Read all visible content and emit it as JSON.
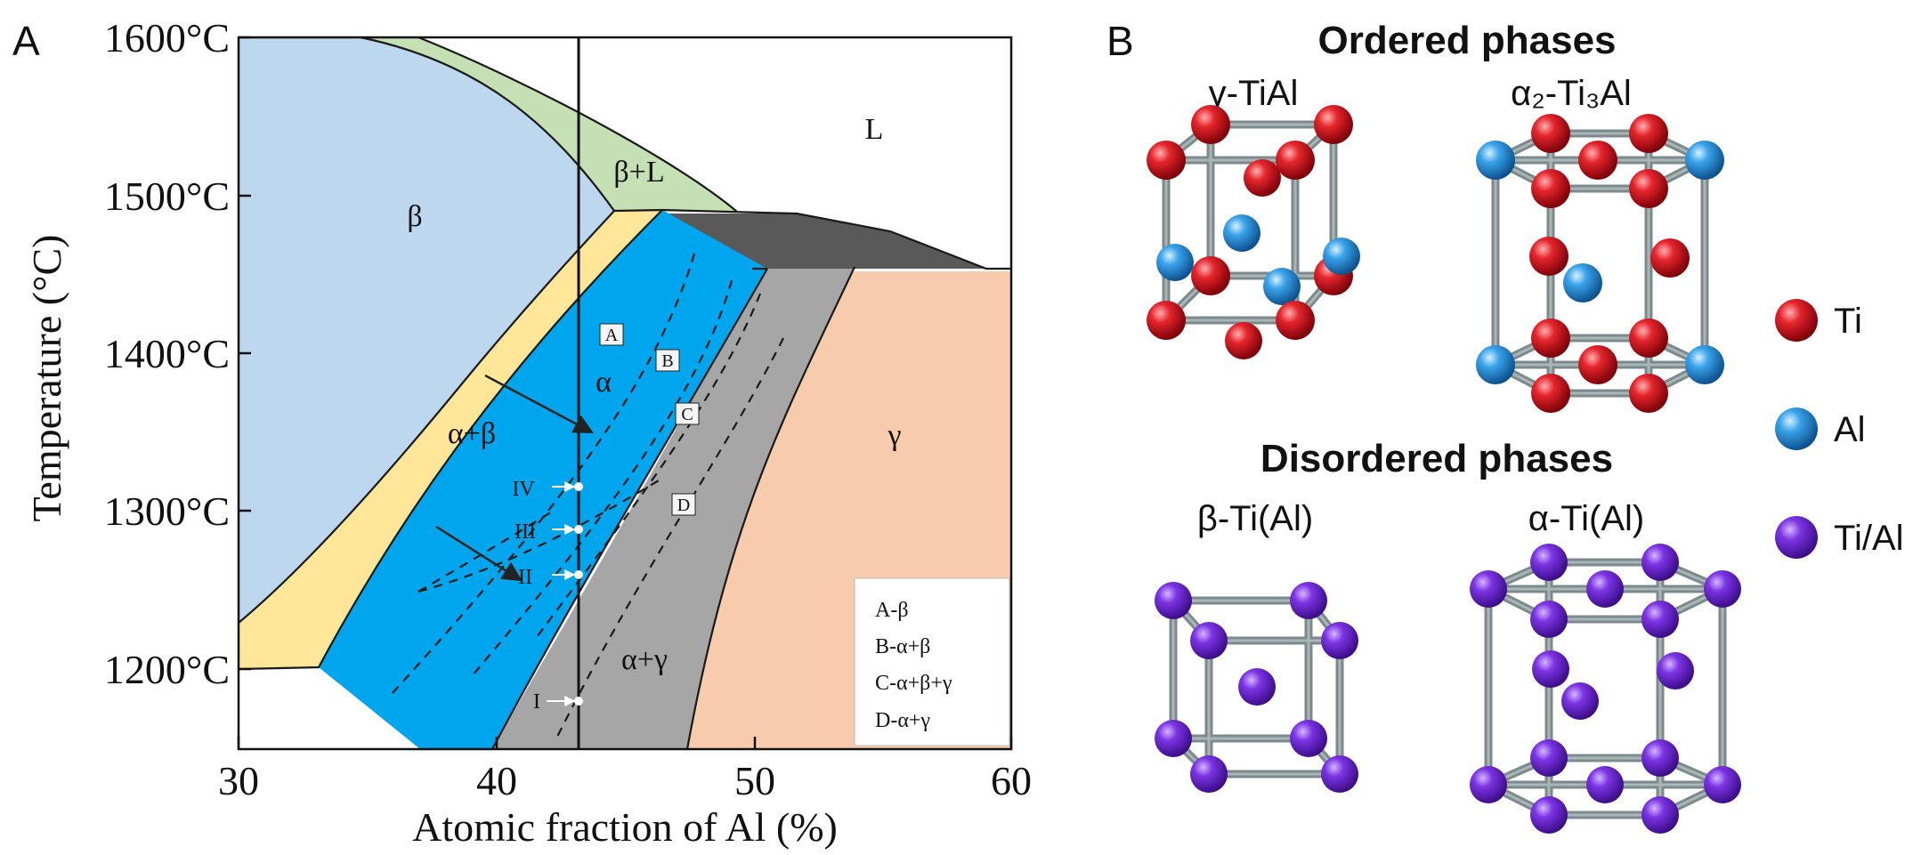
{
  "panels": {
    "a_label": "A",
    "b_label": "B"
  },
  "phase_diagram": {
    "y_axis_label": "Temperature (°C)",
    "x_axis_label": "Atomic fraction of Al (%)",
    "y_ticks": [
      "1600°C",
      "1500°C",
      "1400°C",
      "1300°C",
      "1200°C"
    ],
    "x_ticks": [
      "30",
      "40",
      "50",
      "60"
    ],
    "region_labels": {
      "liquid": "L",
      "beta_liquid": "β+L",
      "beta": "β",
      "alpha": "α",
      "alpha_beta": "α+β",
      "gamma": "γ",
      "alpha_gamma": "α+γ"
    },
    "markers": [
      "A",
      "B",
      "C",
      "D"
    ],
    "points": [
      "IV",
      "III",
      "II",
      "I"
    ],
    "legend": [
      "A-β",
      "B-α+β",
      "C-α+β+γ",
      "D-α+γ"
    ],
    "colors": {
      "beta": "#bdd7ee",
      "beta_liquid": "#c5e0b4",
      "alpha_beta": "#ffe699",
      "alpha": "#00a6ed",
      "alpha_gamma": "#a6a6a6",
      "gamma": "#f8cbad",
      "alpha2": "#595959"
    }
  },
  "crystal_panel": {
    "ordered_title": "Ordered phases",
    "disordered_title": "Disordered phases",
    "structures": {
      "gamma_tial": "γ-TiAl",
      "alpha2_ti3al": "α₂-Ti₃Al",
      "beta_tial": "β-Ti(Al)",
      "alpha_tial": "α-Ti(Al)"
    },
    "legend": [
      "Ti",
      "Al",
      "Ti/Al"
    ],
    "atom_colors": {
      "ti": "#d8101c",
      "al": "#2c9be6",
      "mixed": "#7a2ee0"
    }
  }
}
